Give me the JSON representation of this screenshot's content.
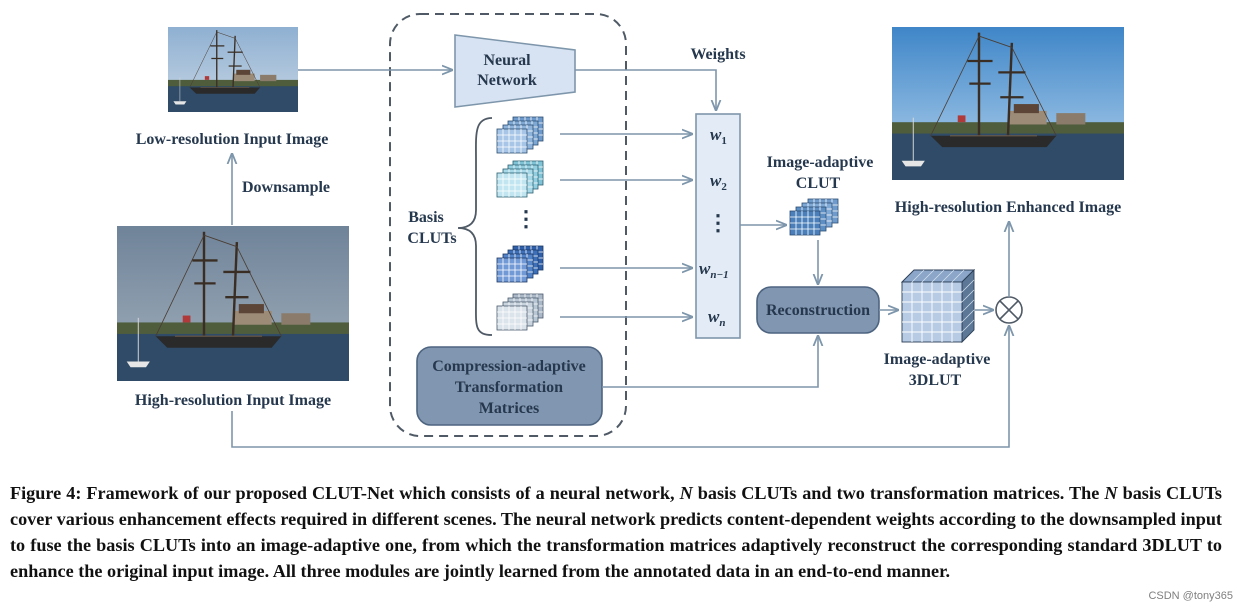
{
  "diagram": {
    "images": {
      "low_res_input": "Low-resolution Input Image",
      "high_res_input": "High-resolution Input Image",
      "high_res_enhanced": "High-resolution Enhanced Image"
    },
    "downsample": "Downsample",
    "neural_network": [
      "Neural",
      "Network"
    ],
    "weights_label": "Weights",
    "basis_cluts": [
      "Basis",
      "CLUTs"
    ],
    "weight_vector": {
      "w1": {
        "base": "w",
        "sub": "1"
      },
      "w2": {
        "base": "w",
        "sub": "2"
      },
      "dots": "⋮",
      "wn1": {
        "base": "w",
        "sub": "n−1"
      },
      "wn": {
        "base": "w",
        "sub": "n"
      }
    },
    "image_adaptive_clut": [
      "Image-adaptive",
      "CLUT"
    ],
    "reconstruction": "Reconstruction",
    "image_adaptive_3dlut": [
      "Image-adaptive",
      "3DLUT"
    ],
    "compression_matrices": [
      "Compression-adaptive",
      "Transformation",
      "Matrices"
    ],
    "multiply_symbol": "⊗",
    "clut_dots": "⋮"
  },
  "caption": {
    "part1": "Figure 4: Framework of our proposed CLUT-Net which consists of a neural network, ",
    "n1": "N",
    "part2": " basis CLUTs and two transformation matrices. The ",
    "n2": "N",
    "part3": " basis CLUTs cover various enhancement effects required in different scenes. The neural network predicts content-dependent weights according to the downsampled input to fuse the basis CLUTs into an image-adaptive one, from which the transformation matrices adaptively reconstruct the corresponding standard 3DLUT to enhance the original input image. All three modules are jointly learned from the annotated data in an end-to-end manner."
  },
  "watermark": "CSDN @tony365",
  "colors": {
    "arrow": "#7e96ab",
    "nn_fill": "#d7e3f2",
    "box_fill": "#8196b0",
    "box_stroke": "#4d6480",
    "text": "#26384e",
    "sky": "#9ab4cf",
    "water": "#2f4b67"
  }
}
